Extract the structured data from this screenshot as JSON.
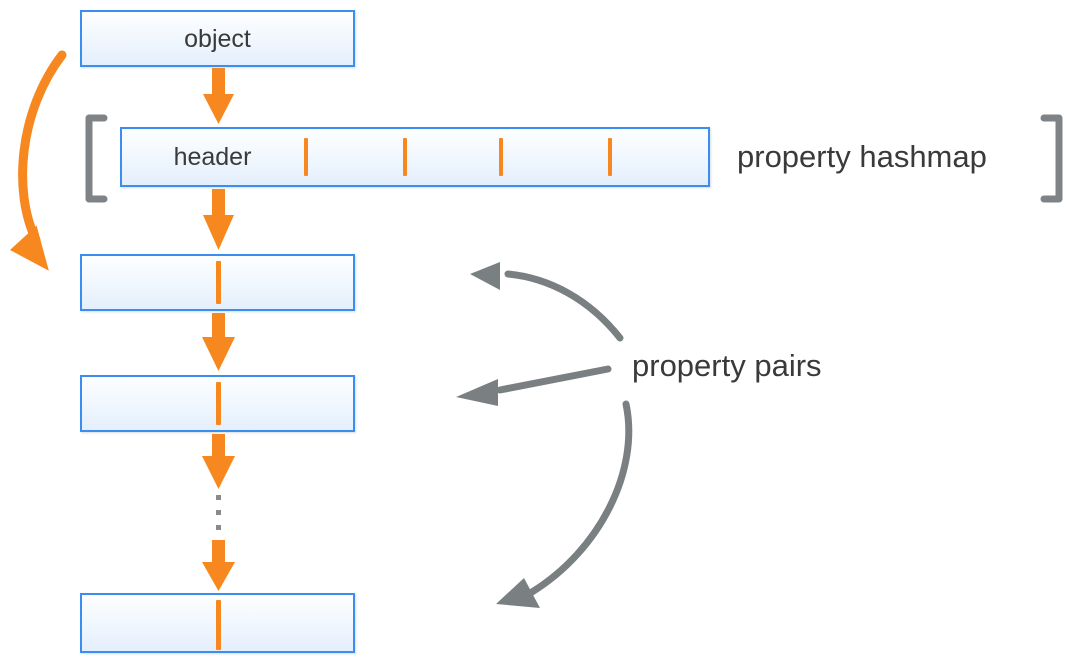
{
  "diagram": {
    "title_boxes": {
      "object": "object",
      "header": "header"
    },
    "annotations": {
      "property_hashmap": "property hashmap",
      "property_pairs": "property pairs"
    },
    "brackets": {
      "left": "[",
      "right": "]"
    },
    "ellipsis": "⋮",
    "colors": {
      "box_border": "#3b8ef0",
      "box_fill_top": "#fdfeff",
      "box_fill_bottom": "#e4effc",
      "arrow_orange": "#f6881f",
      "arrow_gray": "#7a8082",
      "bracket_gray": "#7f8385",
      "text": "#3a3a3a"
    },
    "structure": {
      "hashmap_slot_count": 4,
      "property_pair_boxes_shown": 3,
      "has_vertical_ellipsis": true
    }
  }
}
